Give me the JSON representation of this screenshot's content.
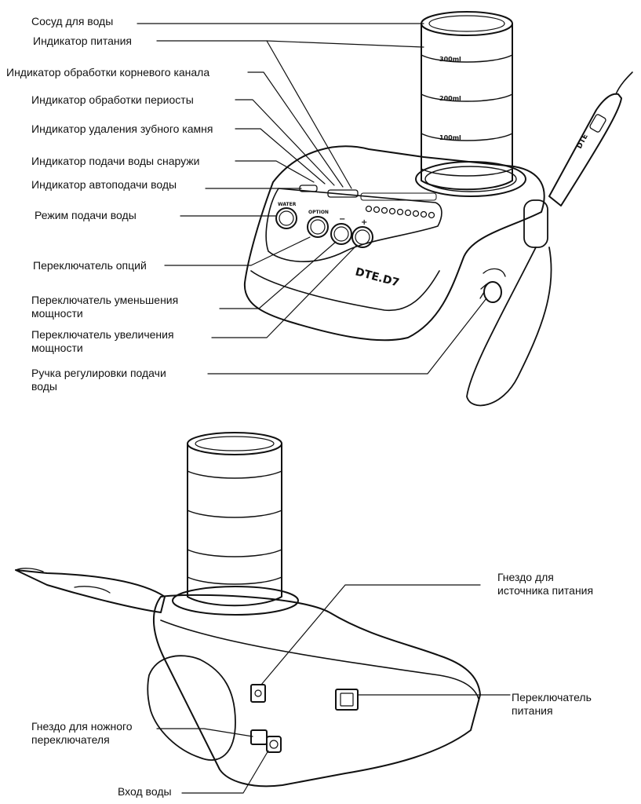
{
  "top_labels": {
    "water_vessel": "Сосуд для воды",
    "power_indicator": "Индикатор питания",
    "root_canal_indicator": "Индикатор обработки корневого канала",
    "perio_indicator": "Индикатор обработки периосты",
    "scaling_indicator": "Индикатор удаления зубного камня",
    "external_water_indicator": "Индикатор подачи воды снаружи",
    "auto_water_indicator": "Индикатор автоподачи воды",
    "water_mode": "Режим подачи воды",
    "option_switch": "Переключатель опций",
    "power_down_switch_l1": "Переключатель уменьшения",
    "power_down_switch_l2": "мощности",
    "power_up_switch_l1": "Переключатель увеличения",
    "power_up_switch_l2": "мощности",
    "water_knob_l1": "Ручка регулировки подачи",
    "water_knob_l2": "воды"
  },
  "bottom_labels": {
    "power_socket_l1": "Гнездо для",
    "power_socket_l2": "источника питания",
    "power_switch_l1": "Переключатель",
    "power_switch_l2": "питания",
    "foot_switch_socket_l1": "Гнездо для ножного",
    "foot_switch_socket_l2": "переключателя",
    "water_inlet": "Вход воды"
  },
  "device_text": {
    "bottle_300": "300ml",
    "bottle_200": "200ml",
    "bottle_100": "100ml",
    "brand": "DTE.D7",
    "handpiece_brand": "DTE",
    "water_button": "WATER",
    "option_button": "OPTION",
    "minus": "−",
    "plus": "+"
  }
}
